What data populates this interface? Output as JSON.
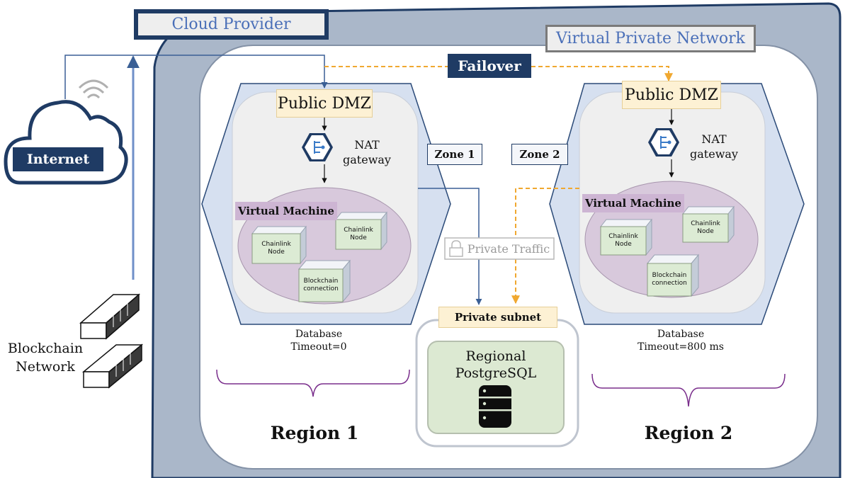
{
  "cloud_provider": "Cloud Provider",
  "vpn": "Virtual Private Network",
  "failover": "Failover",
  "internet": "Internet",
  "blockchain_network": "Blockchain\nNetwork",
  "private_traffic": "Private Traffic",
  "private_subnet": "Private subnet",
  "database_name": "Regional\nPostgreSQL",
  "zone1": "Zone 1",
  "zone2": "Zone 2",
  "region1": {
    "public_dmz": "Public DMZ",
    "nat": "NAT\ngateway",
    "vm_label": "Virtual Machine",
    "node_a": "Chainlink\nNode",
    "node_b": "Chainlink\nNode",
    "blockchain_conn": "Blockchain\nconnection",
    "db_caption": "Database\nTimeout=0",
    "name": "Region 1"
  },
  "region2": {
    "public_dmz": "Public DMZ",
    "nat": "NAT\ngateway",
    "vm_label": "Virtual Machine",
    "node_a": "Chainlink\nNode",
    "node_b": "Chainlink\nNode",
    "blockchain_conn": "Blockchain\nconnection",
    "db_caption": "Database\nTimeout=800 ms",
    "name": "Region 2"
  },
  "colors": {
    "vpc_fill": "#aab7c9",
    "navy": "#1f3b64",
    "failover_line": "#f0a830",
    "region_hex": "#d6e0f0",
    "vm_fill": "#d8c9dc",
    "subnet_label": "#fdf1d4",
    "db_fill": "#dce9d2"
  }
}
